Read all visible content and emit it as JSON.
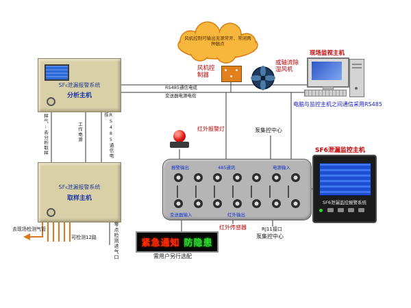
{
  "diagram": {
    "analysis_host": {
      "line1": "SF₆泄漏报警系统",
      "line2": "分析主机"
    },
    "sampling_host": {
      "line1": "SF₆泄漏报警系统",
      "line2": "取样主机"
    },
    "cloud_note": "风机控制可输出无源常开、常闭两种触点",
    "fan_controller_label": "风机控制器",
    "axial_fan_label": "或轴流除湿风机",
    "site_monitor_label": "现场监视主机",
    "pc_note": "电脑与监控主机之间通信采用RS485",
    "cable1": "RS485通信电缆",
    "cable2": "变送器电源电缆",
    "alarm_light_label": "红外报警灯",
    "pump_center_top": "泵集控中心",
    "pump_center_bottom": "泵集控中心",
    "rj11_label": "RJ11接口",
    "ir_sensor_label": "红外传感器",
    "board": {
      "top_labels": [
        "报警输出",
        "485通讯",
        "电源输入"
      ],
      "bottom_labels": [
        "变送器输入",
        "红外输出"
      ]
    },
    "host": {
      "title": "SF6泄漏监控主机",
      "screen_caption": "SF6泄漏监控报警系统"
    },
    "led": {
      "red_text": "紧急通知",
      "green_text": "防隐患",
      "note": "需用户另行选配"
    },
    "pipes": {
      "to_field": "去现场检测气管",
      "channels": "可检测12路",
      "zero_inlet": "零点检测进气口"
    },
    "vertical_labels": {
      "sample": "样气:去分析取样",
      "power": "工作电源",
      "rs485": "RS485通信电缆"
    }
  }
}
